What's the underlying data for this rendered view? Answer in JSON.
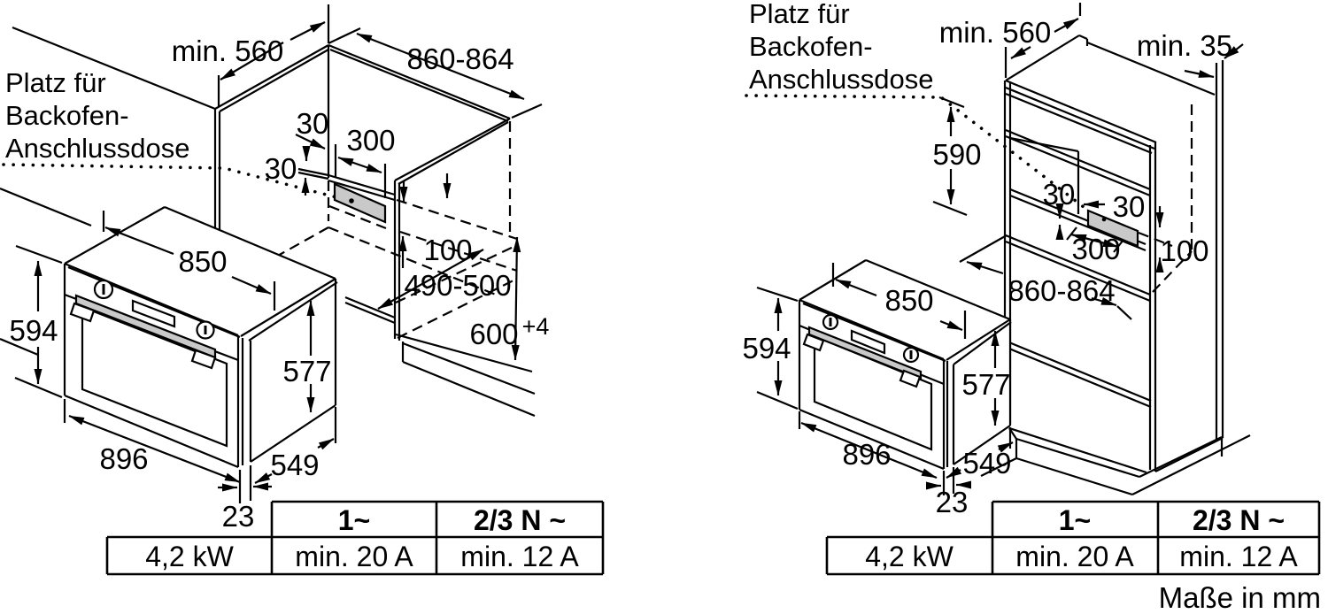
{
  "colors": {
    "background": "#ffffff",
    "line": "#000000",
    "connection_box_fill": "#c9c9c9"
  },
  "left_diagram": {
    "connection_note_lines": [
      "Platz für",
      "Backofen-",
      "Anschlussdose"
    ],
    "dims": {
      "niche_depth": "min. 560",
      "niche_width": "860-864",
      "box_offset_vertical": "30",
      "box_offset_horizontal": "30",
      "box_width": "300",
      "box_height_above_floor": "100",
      "floor_clearance_depth": "490-500",
      "niche_height": "600",
      "niche_height_tolerance": "+4",
      "oven_top_width": "850",
      "oven_front_height": "594",
      "oven_body_height": "577",
      "oven_total_width": "896",
      "oven_depth": "549",
      "door_overhang": "23"
    },
    "power_table": {
      "phase1_header": "1~",
      "phase23_header": "2/3 N ~",
      "power": "4,2 kW",
      "fuse_1phase": "min. 20 A",
      "fuse_23phase": "min. 12 A"
    }
  },
  "right_diagram": {
    "connection_note_lines": [
      "Platz für",
      "Backofen-",
      "Anschlussdose"
    ],
    "dims": {
      "niche_depth": "min. 560",
      "wall_clearance": "min. 35",
      "niche_height": "590",
      "box_offset_vertical": "30",
      "box_offset_horizontal": "30",
      "box_width": "300",
      "box_height_above_floor": "100",
      "niche_width": "860-864",
      "oven_top_width": "850",
      "oven_front_height": "594",
      "oven_body_height": "577",
      "oven_total_width": "896",
      "oven_depth": "549",
      "door_overhang": "23"
    },
    "power_table": {
      "phase1_header": "1~",
      "phase23_header": "2/3 N ~",
      "power": "4,2 kW",
      "fuse_1phase": "min. 20 A",
      "fuse_23phase": "min. 12 A"
    }
  },
  "footer": {
    "units_note": "Maße in mm"
  }
}
